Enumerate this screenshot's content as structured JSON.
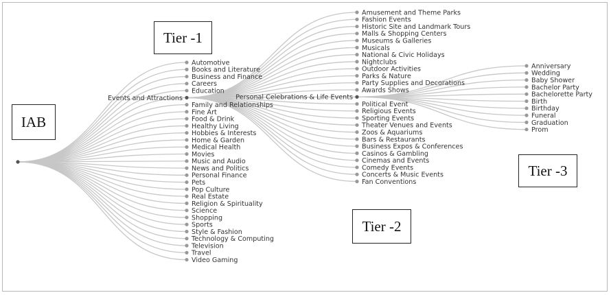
{
  "labels": {
    "root": "IAB",
    "tier1": "Tier -1",
    "tier2": "Tier -2",
    "tier3": "Tier -3"
  },
  "colors": {
    "link": "#c7c7c7",
    "node": "#999999",
    "text": "#333333"
  },
  "tree": {
    "tier1_items": [
      "Automotive",
      "Books and Literature",
      "Business and Finance",
      "Careers",
      "Education",
      "Events and Attractions",
      "Family and Relationships",
      "Fine Art",
      "Food & Drink",
      "Healthy Living",
      "Hobbies & Interests",
      "Home & Garden",
      "Medical Health",
      "Movies",
      "Music and Audio",
      "News and Politics",
      "Personal Finance",
      "Pets",
      "Pop Culture",
      "Real Estate",
      "Religion & Spirituality",
      "Science",
      "Shopping",
      "Sports",
      "Style & Fashion",
      "Technology & Computing",
      "Television",
      "Travel",
      "Video Gaming"
    ],
    "tier1_expanded": "Events and Attractions",
    "tier2_items": [
      "Amusement and Theme Parks",
      "Fashion Events",
      "Historic Site and Landmark Tours",
      "Malls & Shopping Centers",
      "Museums & Galleries",
      "Musicals",
      "National & Civic Holidays",
      "Nightclubs",
      "Outdoor Activities",
      "Parks & Nature",
      "Party Supplies and Decorations",
      "Awards Shows",
      "Personal Celebrations & Life Events",
      "Political Event",
      "Religious Events",
      "Sporting Events",
      "Theater Venues and Events",
      "Zoos & Aquariums",
      "Bars & Restaurants",
      "Business Expos & Conferences",
      "Casinos & Gambling",
      "Cinemas and Events",
      "Comedy Events",
      "Concerts & Music Events",
      "Fan Conventions"
    ],
    "tier2_expanded": "Personal Celebrations & Life Events",
    "tier3_items": [
      "Anniversary",
      "Wedding",
      "Baby Shower",
      "Bachelor Party",
      "Bachelorette Party",
      "Birth",
      "Birthday",
      "Funeral",
      "Graduation",
      "Prom"
    ]
  }
}
